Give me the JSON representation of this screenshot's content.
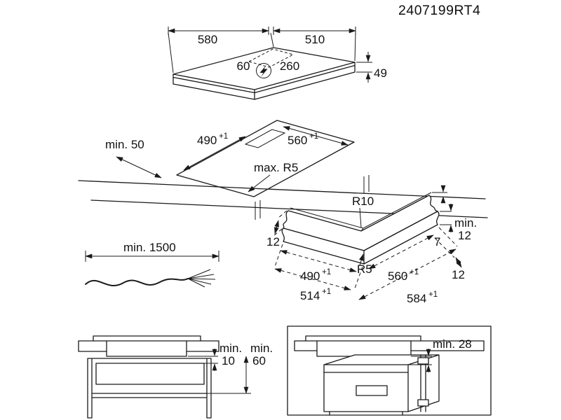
{
  "drawing": {
    "part_number": "2407199RT4"
  },
  "hob": {
    "width": "580",
    "depth": "510",
    "height": "49",
    "terminal_left": "60",
    "terminal_right": "260"
  },
  "cutout": {
    "clearance": "min. 50",
    "depth": "490",
    "depth_tolerance": "+1",
    "width": "560",
    "width_tolerance": "+1",
    "corner_radius": "max. R5"
  },
  "corner": {
    "top_radius": "R10",
    "bottom_radius": "R5",
    "ledge_width_left": "12",
    "min_label": "min.",
    "min_thickness": "12",
    "step_depth": "7",
    "edge_width": "12",
    "inner_depth": "490",
    "inner_depth_tolerance": "+1",
    "inner_width": "560",
    "inner_width_tolerance": "+1",
    "outer_depth": "514",
    "outer_depth_tolerance": "+1",
    "outer_width": "584",
    "outer_width_tolerance": "+1"
  },
  "cable": {
    "length": "min. 1500"
  },
  "cabinet_section": {
    "gap_label": "min.",
    "gap_value": "10",
    "vent_label": "min.",
    "vent_value": "60"
  },
  "oven_section": {
    "clearance": "min. 28"
  }
}
